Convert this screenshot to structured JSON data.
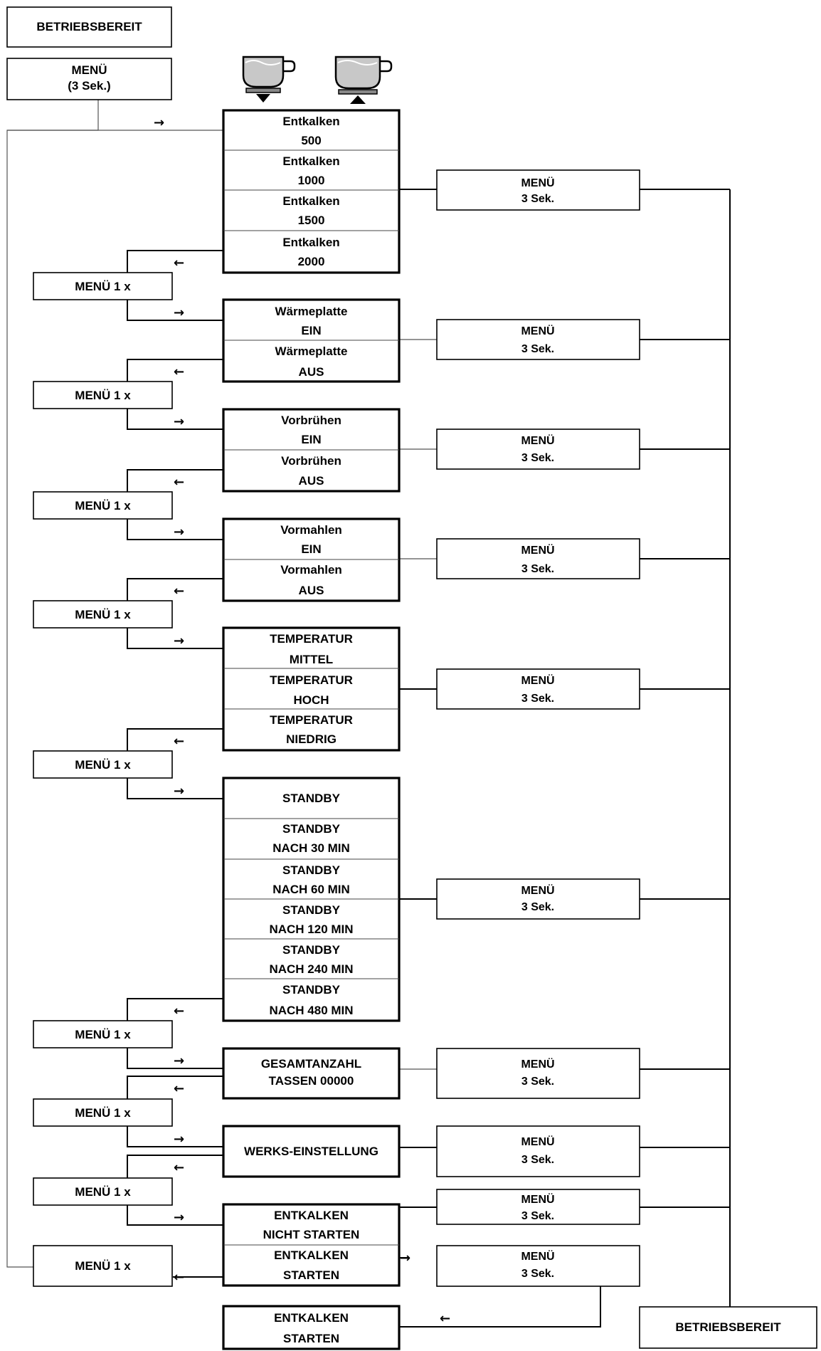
{
  "start": {
    "label": "BETRIEBSBEREIT"
  },
  "menu_start": {
    "line1": "MENÜ",
    "line2": "(3 Sek.)"
  },
  "end": {
    "label": "BETRIEBSBEREIT"
  },
  "menu_1x": "MENÜ 1 x",
  "menu_3s": {
    "line1": "MENÜ",
    "line2": "3 Sek."
  },
  "icons": {
    "cup_down": "cup-down-icon",
    "cup_up": "cup-up-icon",
    "arrow": "→",
    "arrow_left": "←"
  },
  "entkalken_menge": [
    {
      "l1": "Entkalken",
      "l2": "500"
    },
    {
      "l1": "Entkalken",
      "l2": "1000"
    },
    {
      "l1": "Entkalken",
      "l2": "1500"
    },
    {
      "l1": "Entkalken",
      "l2": "2000"
    }
  ],
  "waermeplatte": [
    {
      "l1": "Wärmeplatte",
      "l2": "EIN"
    },
    {
      "l1": "Wärmeplatte",
      "l2": "AUS"
    }
  ],
  "vorbruehen": [
    {
      "l1": "Vorbrühen",
      "l2": "EIN"
    },
    {
      "l1": "Vorbrühen",
      "l2": "AUS"
    }
  ],
  "vormahlen": [
    {
      "l1": "Vormahlen",
      "l2": "EIN"
    },
    {
      "l1": "Vormahlen",
      "l2": "AUS"
    }
  ],
  "temperatur": [
    {
      "l1": "TEMPERATUR",
      "l2": "MITTEL"
    },
    {
      "l1": "TEMPERATUR",
      "l2": "HOCH"
    },
    {
      "l1": "TEMPERATUR",
      "l2": "NIEDRIG"
    }
  ],
  "standby": {
    "first": "STANDBY",
    "options": [
      {
        "l1": "STANDBY",
        "l2": "NACH 30 MIN"
      },
      {
        "l1": "STANDBY",
        "l2": "NACH 60 MIN"
      },
      {
        "l1": "STANDBY",
        "l2": "NACH 120 MIN"
      },
      {
        "l1": "STANDBY",
        "l2": "NACH 240 MIN"
      },
      {
        "l1": "STANDBY",
        "l2": "NACH 480 MIN"
      }
    ]
  },
  "gesamtanzahl": {
    "l1": "GESAMTANZAHL",
    "l2": "TASSEN 00000"
  },
  "werks": {
    "label": "WERKS-EINSTELLUNG"
  },
  "entkalken_start": [
    {
      "l1": "ENTKALKEN",
      "l2": "NICHT STARTEN"
    },
    {
      "l1": "ENTKALKEN",
      "l2": "STARTEN"
    }
  ],
  "entkalken_final": {
    "l1": "ENTKALKEN",
    "l2": "STARTEN"
  }
}
